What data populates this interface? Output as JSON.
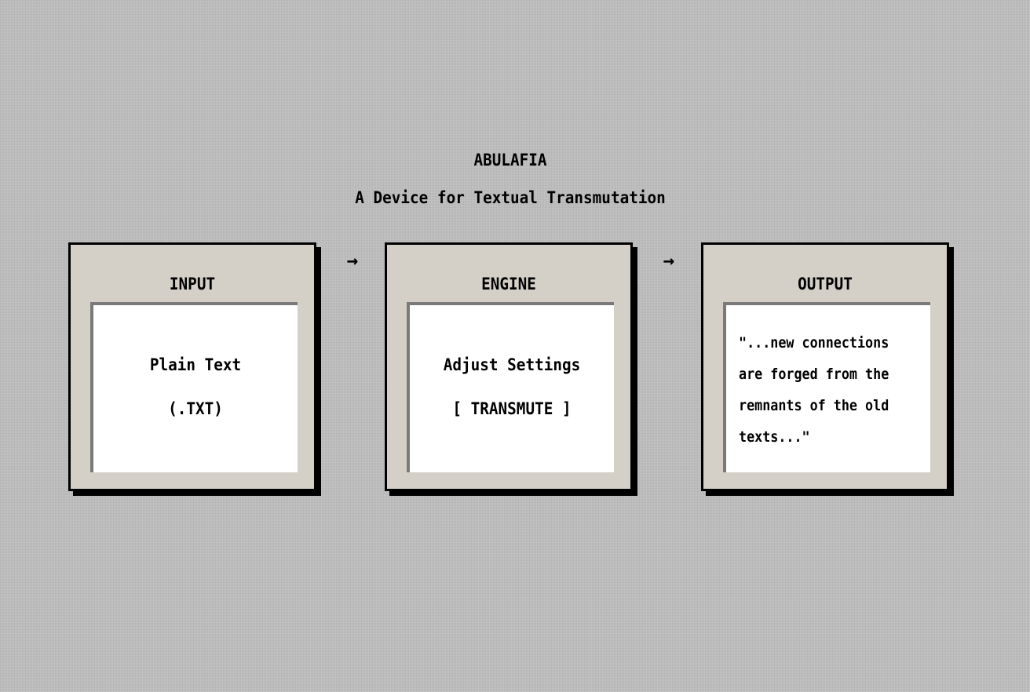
{
  "header": {
    "title": "ABULAFIA",
    "subtitle": "A Device for Textual Transmutation"
  },
  "flow": {
    "arrow_glyph": "→"
  },
  "panels": {
    "input": {
      "title": "INPUT",
      "line1": "Plain Text",
      "line2": "(.TXT)"
    },
    "engine": {
      "title": "ENGINE",
      "line1": "Adjust Settings",
      "button_label": "[ TRANSMUTE ]"
    },
    "output": {
      "title": "OUTPUT",
      "quote": "\"...new connections\nare forged from the\nremnants of the old\ntexts...\""
    }
  },
  "colors": {
    "background": "#bdbdbd",
    "panel": "#d4d0c8",
    "screen": "#ffffff",
    "border": "#000000",
    "inset": "#7a7a7a"
  }
}
